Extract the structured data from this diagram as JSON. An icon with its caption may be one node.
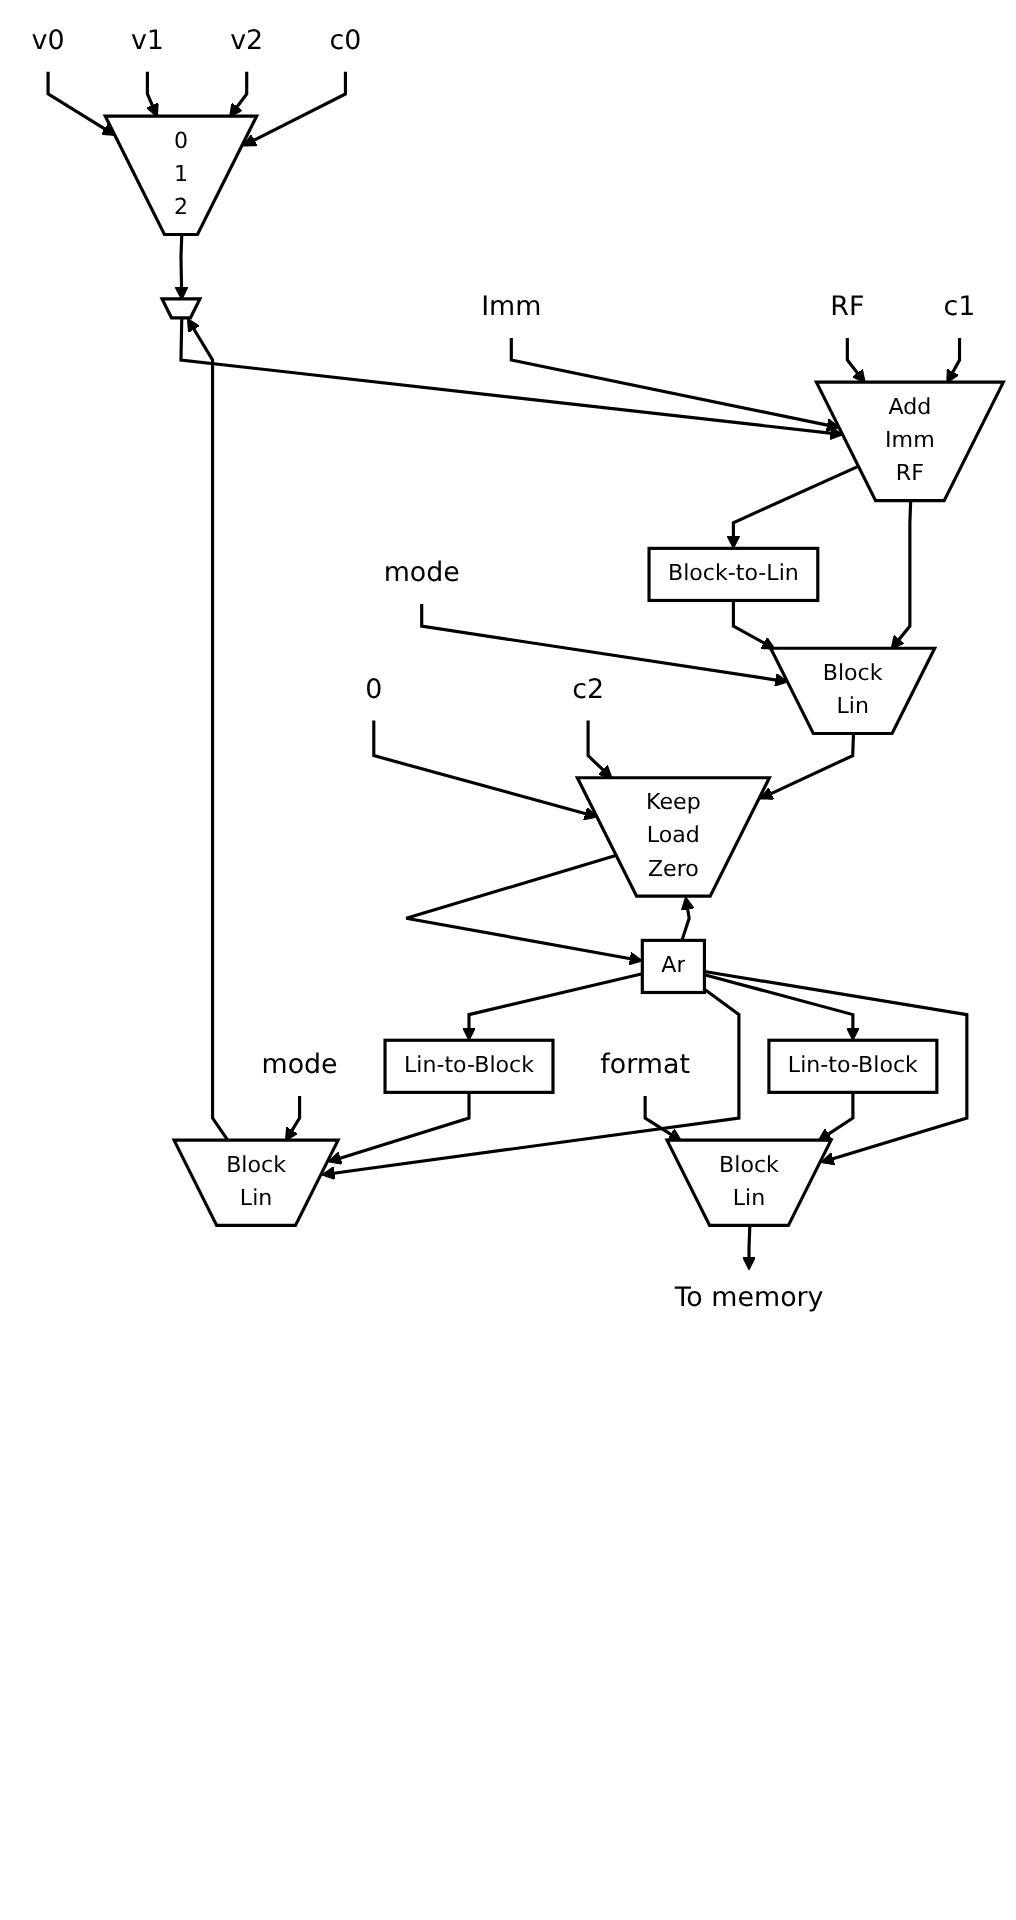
{
  "diagram": {
    "nodes": [
      {
        "text": [
          "Lin-to-Block"
        ]
      },
      {
        "text": [
          "v0"
        ]
      },
      {
        "text": [
          "v1"
        ]
      },
      {
        "text": [
          "v2"
        ]
      },
      {
        "text": [
          "mode"
        ]
      },
      {
        "text": [
          "Block",
          "Lin"
        ]
      },
      {
        "text": [
          "0",
          "1",
          "2"
        ]
      },
      {
        "text": [
          "c0"
        ]
      },
      {
        "text": [],
        "shape": "trapezoid"
      },
      {
        "text": [
          "Imm"
        ]
      },
      {
        "text": [
          "RF"
        ]
      },
      {
        "text": [
          "Add",
          "Imm",
          "RF"
        ]
      },
      {
        "text": [
          "c1"
        ]
      },
      {
        "text": [
          "Block-to-Lin"
        ]
      },
      {
        "text": [
          "Block",
          "Lin"
        ]
      },
      {
        "text": [
          "mode"
        ]
      },
      {
        "text": [
          "0"
        ]
      },
      {
        "text": [
          "Keep",
          "Load",
          "Zero"
        ]
      },
      {
        "text": [
          "c2"
        ]
      },
      {
        "text": [
          "Ar"
        ]
      },
      {
        "text": [
          "Lin-to-Block"
        ]
      },
      {
        "text": [
          "Block",
          "Lin"
        ]
      },
      {
        "text": [
          "format"
        ]
      },
      {
        "text": [
          "To memory"
        ]
      }
    ],
    "edges": [
      {
        "from": 19,
        "to": 0,
        "arrow": "to"
      },
      {
        "from": 0,
        "to": 5,
        "arrow": "to"
      },
      {
        "from": 19,
        "to": 5,
        "arrow": "to"
      },
      {
        "from": 4,
        "to": 5,
        "arrow": "to"
      },
      {
        "from": 1,
        "to": 6,
        "arrow": "to"
      },
      {
        "from": 2,
        "to": 6,
        "arrow": "to"
      },
      {
        "from": 3,
        "to": 6,
        "arrow": "to"
      },
      {
        "from": 7,
        "to": 6,
        "arrow": "to"
      },
      {
        "from": 5,
        "to": 8,
        "arrow": "to"
      },
      {
        "from": 6,
        "to": 8,
        "arrow": "to"
      },
      {
        "from": 8,
        "to": 11,
        "arrow": "to"
      },
      {
        "from": 9,
        "to": 11,
        "arrow": "to"
      },
      {
        "from": 10,
        "to": 11,
        "arrow": "to"
      },
      {
        "from": 12,
        "to": 11,
        "arrow": "to"
      },
      {
        "from": 11,
        "to": 13,
        "arrow": "to"
      },
      {
        "from": 11,
        "to": 14,
        "arrow": "to"
      },
      {
        "from": 13,
        "to": 14,
        "arrow": "to"
      },
      {
        "from": 15,
        "to": 14,
        "arrow": "to"
      },
      {
        "from": 19,
        "to": 17,
        "arrow": "to"
      },
      {
        "from": 14,
        "to": 17,
        "arrow": "to"
      },
      {
        "from": 16,
        "to": 17,
        "arrow": "to"
      },
      {
        "from": 18,
        "to": 17,
        "arrow": "to"
      },
      {
        "from": 17,
        "to": 19,
        "arrow": "to"
      },
      {
        "from": 19,
        "to": 20,
        "arrow": "to"
      },
      {
        "from": 20,
        "to": 21,
        "arrow": "to"
      },
      {
        "from": 19,
        "to": 21,
        "arrow": "to"
      },
      {
        "from": 22,
        "to": 21,
        "arrow": "to"
      },
      {
        "from": 21,
        "to": 23,
        "arrow": "to"
      }
    ]
  }
}
